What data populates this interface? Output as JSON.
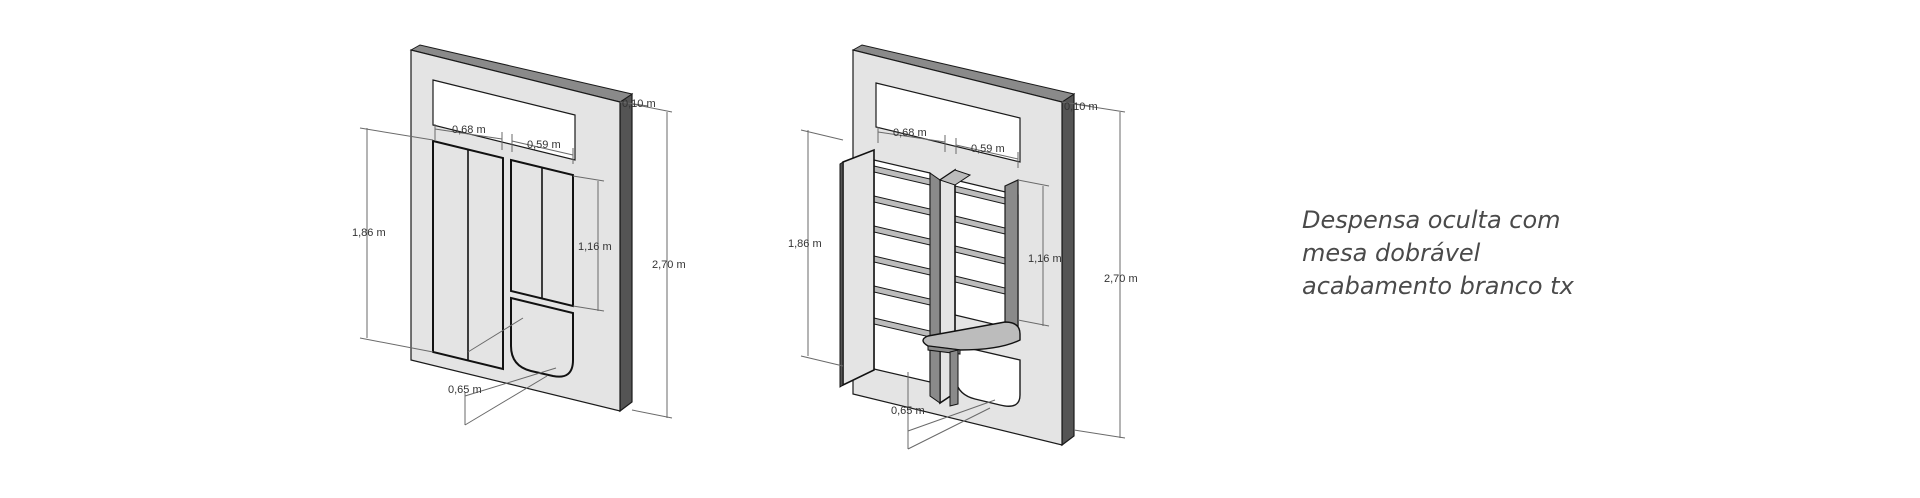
{
  "caption": {
    "line1": "Despensa oculta com",
    "line2": "mesa dobrável",
    "line3": "acabamento branco tx"
  },
  "colors": {
    "wall_face": "#e4e4e4",
    "wall_edge": "#545454",
    "outline": "#1a1a1a",
    "opening": "#ffffff",
    "shelf": "#bcbcbc",
    "dim_line": "#6a6a6a",
    "caption_text": "#4a4a4a"
  },
  "closed_view": {
    "dim_width_left": "0,68 m",
    "dim_width_right": "0,59 m",
    "dim_wall_depth": "0,10 m",
    "dim_total_height": "2,70 m",
    "dim_cabinet_height": "1,86 m",
    "dim_upper_height": "1,16 m",
    "dim_depth": "0,65 m"
  },
  "open_view": {
    "dim_width_left": "0,68 m",
    "dim_width_right": "0,59 m",
    "dim_wall_depth": "0,10 m",
    "dim_total_height": "2,70 m",
    "dim_cabinet_height": "1,86 m",
    "dim_upper_height": "1,16 m",
    "dim_depth": "0,65 m"
  }
}
